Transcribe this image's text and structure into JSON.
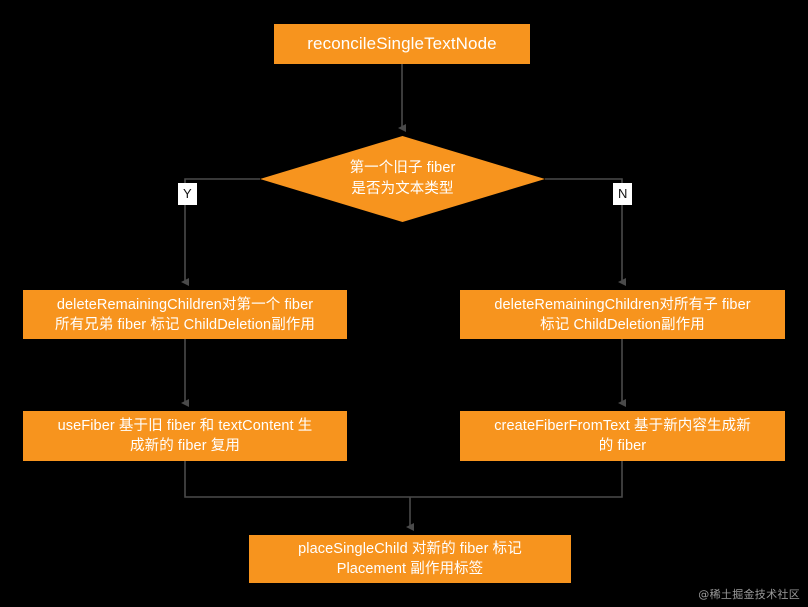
{
  "diagram": {
    "title": "reconcileSingleTextNode flowchart",
    "background_color": "#000000",
    "node_color": "#F7941E",
    "node_text_color": "#FFFFFF",
    "connector_color": "#555555",
    "nodes": {
      "entry": {
        "label": "reconcileSingleTextNode",
        "type": "process"
      },
      "decision": {
        "label": "第一个旧子 fiber\n是否为文本类型",
        "type": "decision"
      },
      "yes_branch_step1": {
        "label": "deleteRemainingChildren对第一个 fiber\n所有兄弟 fiber 标记 ChildDeletion副作用",
        "type": "process"
      },
      "no_branch_step1": {
        "label": "deleteRemainingChildren对所有子 fiber\n标记 ChildDeletion副作用",
        "type": "process"
      },
      "yes_branch_step2": {
        "label": "useFiber 基于旧 fiber 和 textContent 生\n成新的 fiber 复用",
        "type": "process"
      },
      "no_branch_step2": {
        "label": "createFiberFromText 基于新内容生成新\n的 fiber",
        "type": "process"
      },
      "merge_end": {
        "label": "placeSingleChild 对新的 fiber 标记\nPlacement 副作用标签",
        "type": "process"
      }
    },
    "edge_labels": {
      "yes": "Y",
      "no": "N"
    },
    "watermark": "@稀土掘金技术社区"
  }
}
